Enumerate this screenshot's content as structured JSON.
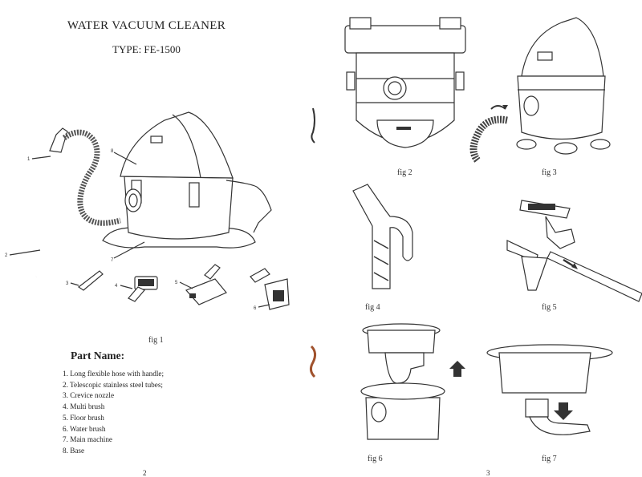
{
  "left_page": {
    "title": "WATER VACUUM CLEANER",
    "subtitle": "TYPE: FE-1500",
    "fig1_label": "fig 1",
    "parts_heading": "Part Name:",
    "parts": [
      "1. Long flexible hose with handle;",
      "2. Telescopic stainless steel tubes;",
      "3. Crevice nozzle",
      "4. Multi brush",
      "5. Floor brush",
      "6. Water brush",
      "7. Main machine",
      "8. Base"
    ],
    "callouts": [
      "1",
      "2",
      "3",
      "4",
      "5",
      "6",
      "7",
      "8"
    ],
    "page_number": "2"
  },
  "right_page": {
    "fig_labels": {
      "fig2": "fig 2",
      "fig3": "fig 3",
      "fig4": "fig 4",
      "fig5": "fig 5",
      "fig6": "fig 6",
      "fig7": "fig 7"
    },
    "page_number": "3"
  }
}
